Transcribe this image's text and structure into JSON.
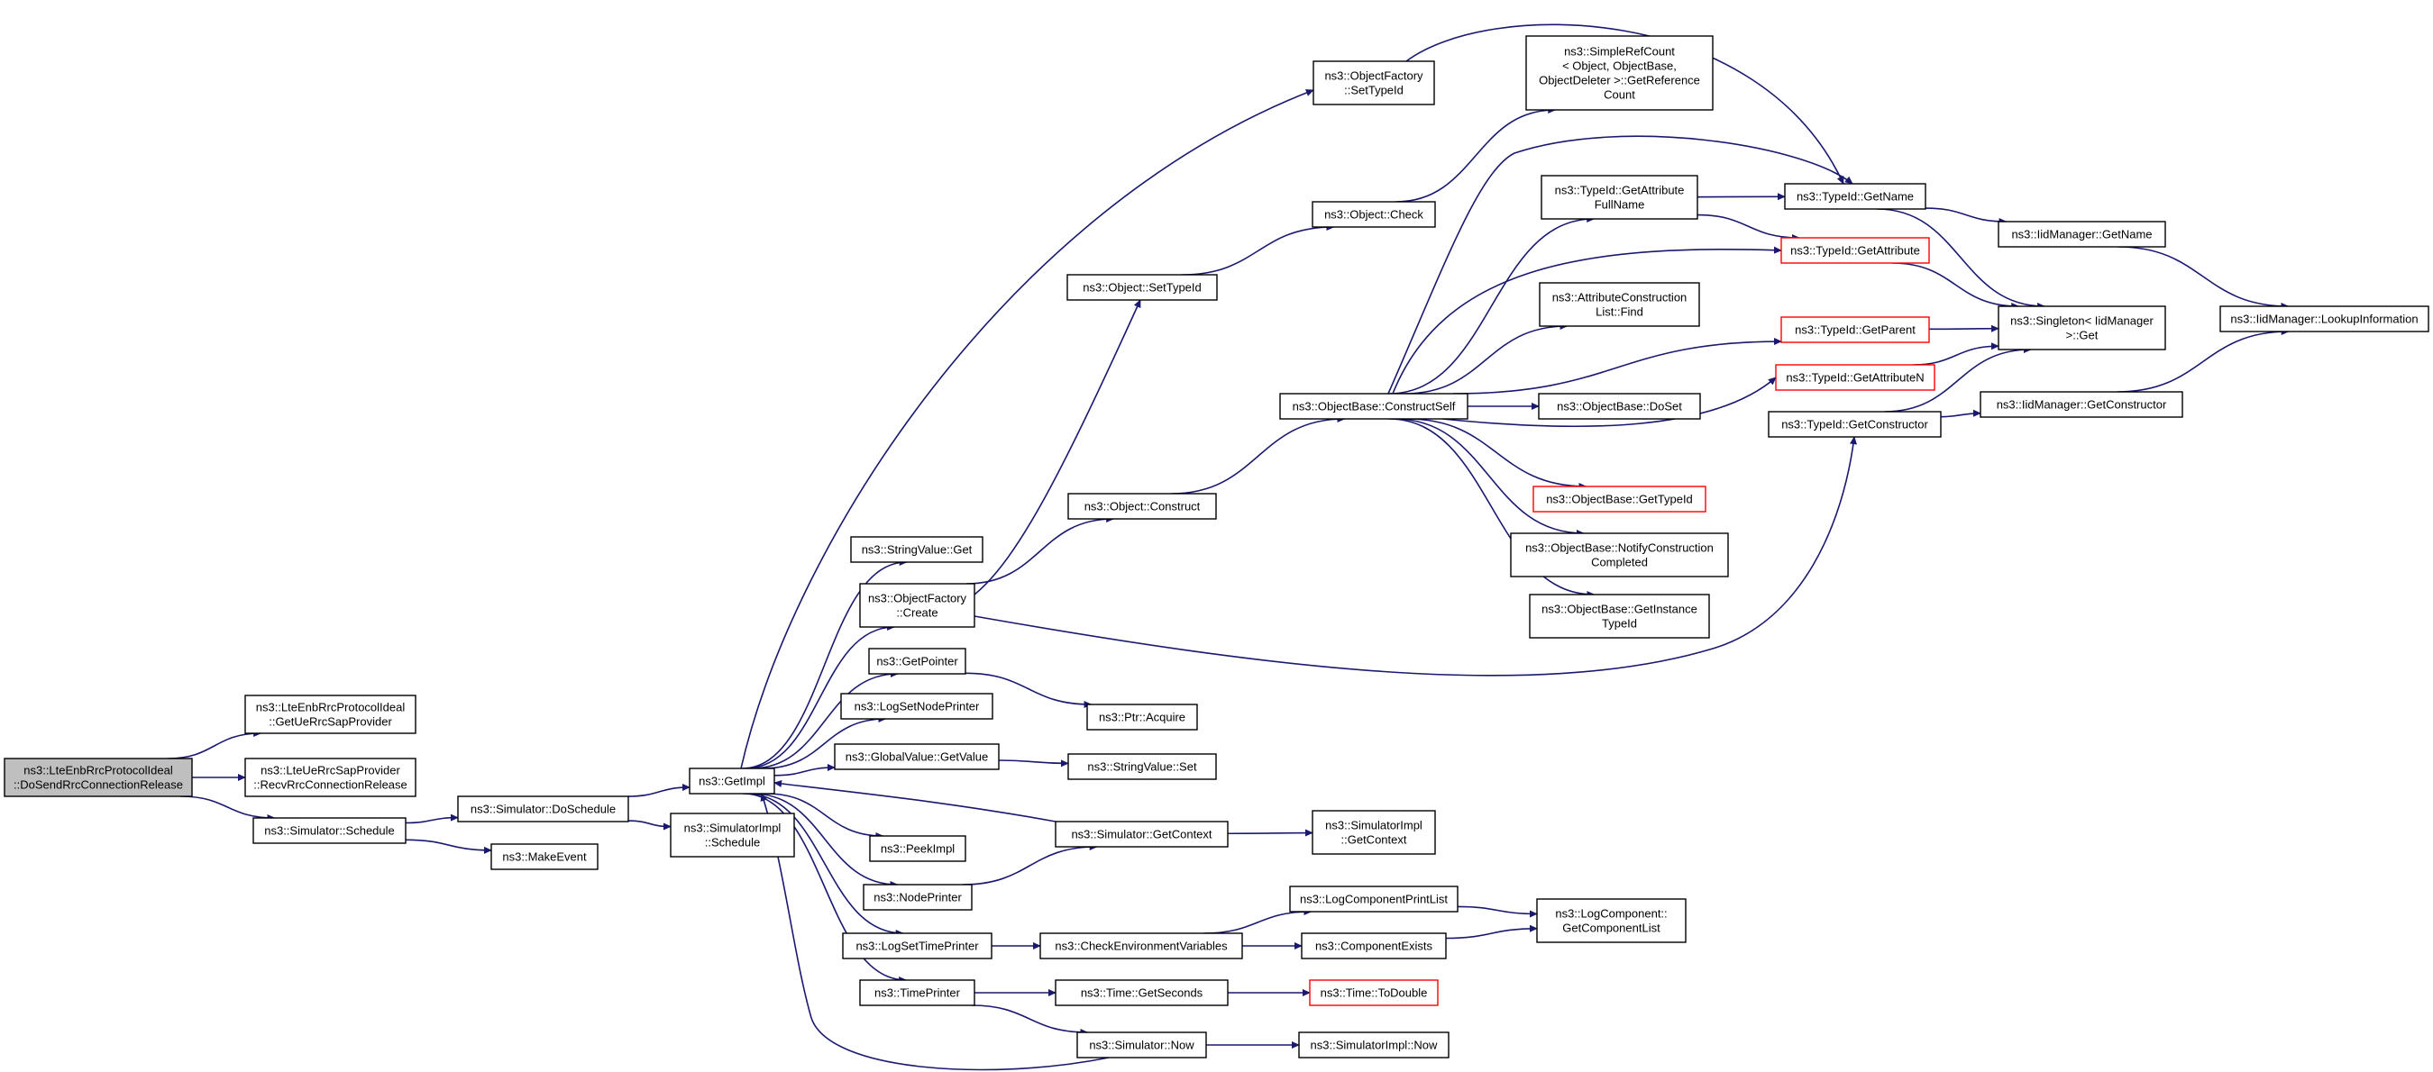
{
  "graph": {
    "style": {
      "edge_color": "#191970",
      "node_fill": "#ffffff",
      "root_fill": "#bfbfbf",
      "truncated_border": "#ff0000",
      "node_border": "#000000"
    },
    "nodes": [
      {
        "id": "root",
        "lines": [
          "ns3::LteEnbRrcProtocolIdeal",
          "::DoSendRrcConnectionRelease"
        ],
        "kind": "root"
      },
      {
        "id": "getUeRrcSap",
        "lines": [
          "ns3::LteEnbRrcProtocolIdeal",
          "::GetUeRrcSapProvider"
        ]
      },
      {
        "id": "recvRrcRel",
        "lines": [
          "ns3::LteUeRrcSapProvider",
          "::RecvRrcConnectionRelease"
        ]
      },
      {
        "id": "simSchedule",
        "lines": [
          "ns3::Simulator::Schedule"
        ]
      },
      {
        "id": "simDoSchedule",
        "lines": [
          "ns3::Simulator::DoSchedule"
        ]
      },
      {
        "id": "makeEvent",
        "lines": [
          "ns3::MakeEvent"
        ]
      },
      {
        "id": "getImpl",
        "lines": [
          "ns3::GetImpl"
        ]
      },
      {
        "id": "simImplSchedule",
        "lines": [
          "ns3::SimulatorImpl",
          "::Schedule"
        ]
      },
      {
        "id": "stringValueGet",
        "lines": [
          "ns3::StringValue::Get"
        ]
      },
      {
        "id": "objFactoryCreate",
        "lines": [
          "ns3::ObjectFactory",
          "::Create"
        ]
      },
      {
        "id": "getPointer",
        "lines": [
          "ns3::GetPointer"
        ]
      },
      {
        "id": "logSetNodePrinter",
        "lines": [
          "ns3::LogSetNodePrinter"
        ]
      },
      {
        "id": "globalValueGetValue",
        "lines": [
          "ns3::GlobalValue::GetValue"
        ]
      },
      {
        "id": "peekImpl",
        "lines": [
          "ns3::PeekImpl"
        ]
      },
      {
        "id": "nodePrinter",
        "lines": [
          "ns3::NodePrinter"
        ]
      },
      {
        "id": "logSetTimePrinter",
        "lines": [
          "ns3::LogSetTimePrinter"
        ]
      },
      {
        "id": "timePrinter",
        "lines": [
          "ns3::TimePrinter"
        ]
      },
      {
        "id": "objFactorySetTypeId",
        "lines": [
          "ns3::ObjectFactory",
          "::SetTypeId"
        ]
      },
      {
        "id": "objectSetTypeId",
        "lines": [
          "ns3::Object::SetTypeId"
        ]
      },
      {
        "id": "objectConstruct",
        "lines": [
          "ns3::Object::Construct"
        ]
      },
      {
        "id": "ptrAcquire",
        "lines": [
          "ns3::Ptr::Acquire"
        ]
      },
      {
        "id": "stringValueSet",
        "lines": [
          "ns3::StringValue::Set"
        ]
      },
      {
        "id": "simGetContext",
        "lines": [
          "ns3::Simulator::GetContext"
        ]
      },
      {
        "id": "checkEnvVars",
        "lines": [
          "ns3::CheckEnvironmentVariables"
        ]
      },
      {
        "id": "timeGetSeconds",
        "lines": [
          "ns3::Time::GetSeconds"
        ]
      },
      {
        "id": "simNow",
        "lines": [
          "ns3::Simulator::Now"
        ]
      },
      {
        "id": "objectCheck",
        "lines": [
          "ns3::Object::Check"
        ]
      },
      {
        "id": "simpleRefCount",
        "lines": [
          "ns3::SimpleRefCount",
          "< Object, ObjectBase,",
          "ObjectDeleter >::GetReference",
          "Count"
        ]
      },
      {
        "id": "constructSelf",
        "lines": [
          "ns3::ObjectBase::ConstructSelf"
        ]
      },
      {
        "id": "simImplGetContext",
        "lines": [
          "ns3::SimulatorImpl",
          "::GetContext"
        ]
      },
      {
        "id": "logComponentPrintList",
        "lines": [
          "ns3::LogComponentPrintList"
        ]
      },
      {
        "id": "componentExists",
        "lines": [
          "ns3::ComponentExists"
        ]
      },
      {
        "id": "timeToDouble",
        "lines": [
          "ns3::Time::ToDouble"
        ],
        "kind": "truncated"
      },
      {
        "id": "simImplNow",
        "lines": [
          "ns3::SimulatorImpl::Now"
        ]
      },
      {
        "id": "typeIdGetAttrFullName",
        "lines": [
          "ns3::TypeId::GetAttribute",
          "FullName"
        ]
      },
      {
        "id": "attrConstructionFind",
        "lines": [
          "ns3::AttributeConstruction",
          "List::Find"
        ]
      },
      {
        "id": "objectBaseDoSet",
        "lines": [
          "ns3::ObjectBase::DoSet"
        ]
      },
      {
        "id": "objectBaseGetTypeId",
        "lines": [
          "ns3::ObjectBase::GetTypeId"
        ],
        "kind": "truncated"
      },
      {
        "id": "notifyConstructionCompleted",
        "lines": [
          "ns3::ObjectBase::NotifyConstruction",
          "Completed"
        ]
      },
      {
        "id": "getInstanceTypeId",
        "lines": [
          "ns3::ObjectBase::GetInstance",
          "TypeId"
        ]
      },
      {
        "id": "logComponentGetList",
        "lines": [
          "ns3::LogComponent::",
          "GetComponentList"
        ]
      },
      {
        "id": "typeIdGetName",
        "lines": [
          "ns3::TypeId::GetName"
        ]
      },
      {
        "id": "typeIdGetAttribute",
        "lines": [
          "ns3::TypeId::GetAttribute"
        ],
        "kind": "truncated"
      },
      {
        "id": "typeIdGetParent",
        "lines": [
          "ns3::TypeId::GetParent"
        ],
        "kind": "truncated"
      },
      {
        "id": "typeIdGetAttributeN",
        "lines": [
          "ns3::TypeId::GetAttributeN"
        ],
        "kind": "truncated"
      },
      {
        "id": "typeIdGetConstructor",
        "lines": [
          "ns3::TypeId::GetConstructor"
        ]
      },
      {
        "id": "iidGetName",
        "lines": [
          "ns3::IidManager::GetName"
        ]
      },
      {
        "id": "singletonGet",
        "lines": [
          "ns3::Singleton< IidManager",
          ">::Get"
        ]
      },
      {
        "id": "iidGetConstructor",
        "lines": [
          "ns3::IidManager::GetConstructor"
        ]
      },
      {
        "id": "iidLookupInfo",
        "lines": [
          "ns3::IidManager::LookupInformation"
        ]
      }
    ]
  }
}
